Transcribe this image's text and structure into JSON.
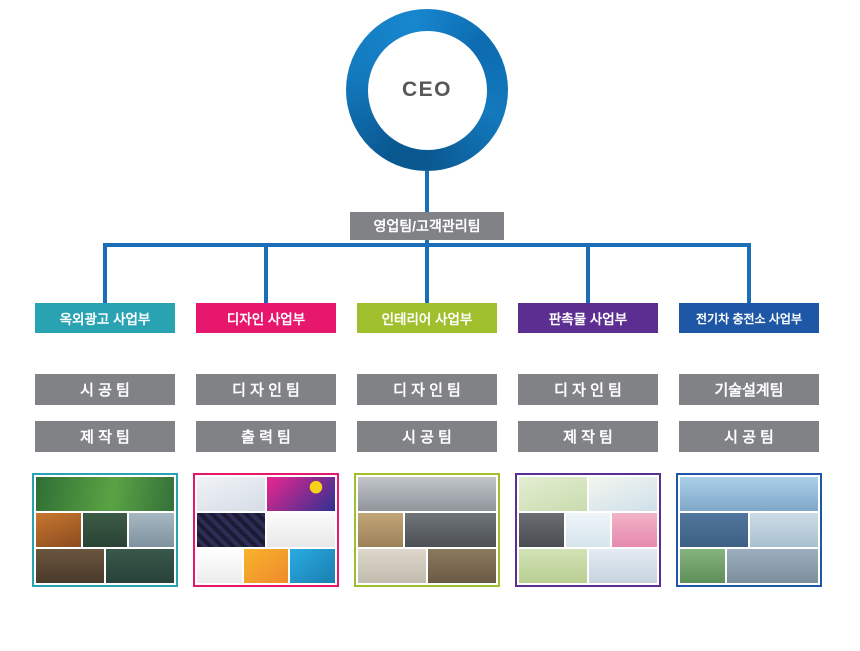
{
  "ceo": {
    "label": "CEO"
  },
  "top_team": {
    "label": "영업팀/고객관리팀"
  },
  "colors": {
    "line": "#1b6db6",
    "team_bg": "#808285",
    "top_box_bg": "#808285",
    "ring_main": "#1379bd",
    "ring_dark": "#0a5890",
    "ceo_text": "#57585a"
  },
  "divisions": [
    {
      "label": "옥외광고 사업부",
      "color": "#29a3b2",
      "teams": [
        "시 공 팀",
        "제 작 팀"
      ]
    },
    {
      "label": "디자인 사업부",
      "color": "#e8176e",
      "teams": [
        "디 자 인 팀",
        "출 력 팀"
      ]
    },
    {
      "label": "인테리어 사업부",
      "color": "#a0bf2c",
      "teams": [
        "디 자 인 팀",
        "시 공 팀"
      ]
    },
    {
      "label": "판촉물 사업부",
      "color": "#5c2e91",
      "teams": [
        "디 자 인 팀",
        "제 작 팀"
      ]
    },
    {
      "label": "전기차 충전소 사업부",
      "color": "#1d57a5",
      "teams": [
        "기술설계팀",
        "시 공 팀"
      ]
    }
  ]
}
